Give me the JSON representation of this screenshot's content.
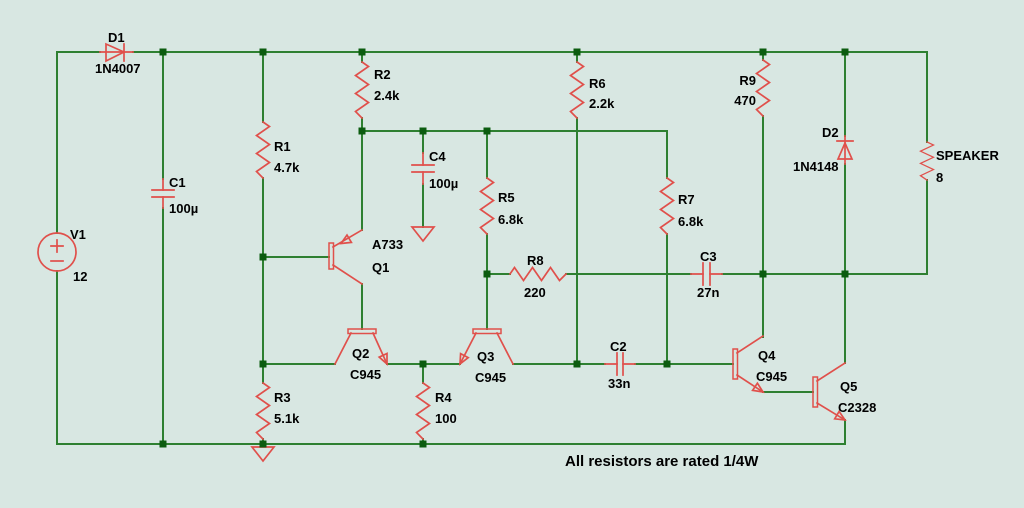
{
  "note": "All resistors are rated 1/4W",
  "colors": {
    "background": "#d8e7e2",
    "wire": "#2e8031",
    "junction": "#0c5c10",
    "component": "#e0504b",
    "text": "#000000"
  },
  "components": {
    "V1": {
      "ref": "V1",
      "value": "12"
    },
    "D1": {
      "ref": "D1",
      "value": "1N4007"
    },
    "D2": {
      "ref": "D2",
      "value": "1N4148"
    },
    "C1": {
      "ref": "C1",
      "value": "100µ"
    },
    "C2": {
      "ref": "C2",
      "value": "33n"
    },
    "C3": {
      "ref": "C3",
      "value": "27n"
    },
    "C4": {
      "ref": "C4",
      "value": "100µ"
    },
    "R1": {
      "ref": "R1",
      "value": "4.7k"
    },
    "R2": {
      "ref": "R2",
      "value": "2.4k"
    },
    "R3": {
      "ref": "R3",
      "value": "5.1k"
    },
    "R4": {
      "ref": "R4",
      "value": "100"
    },
    "R5": {
      "ref": "R5",
      "value": "6.8k"
    },
    "R6": {
      "ref": "R6",
      "value": "2.2k"
    },
    "R7": {
      "ref": "R7",
      "value": "6.8k"
    },
    "R8": {
      "ref": "R8",
      "value": "220"
    },
    "R9": {
      "ref": "R9",
      "value": "470"
    },
    "Q1": {
      "ref": "Q1",
      "value": "A733"
    },
    "Q2": {
      "ref": "Q2",
      "value": "C945"
    },
    "Q3": {
      "ref": "Q3",
      "value": "C945"
    },
    "Q4": {
      "ref": "Q4",
      "value": "C945"
    },
    "Q5": {
      "ref": "Q5",
      "value": "C2328"
    },
    "SPEAKER": {
      "ref": "SPEAKER",
      "value": "8"
    }
  }
}
